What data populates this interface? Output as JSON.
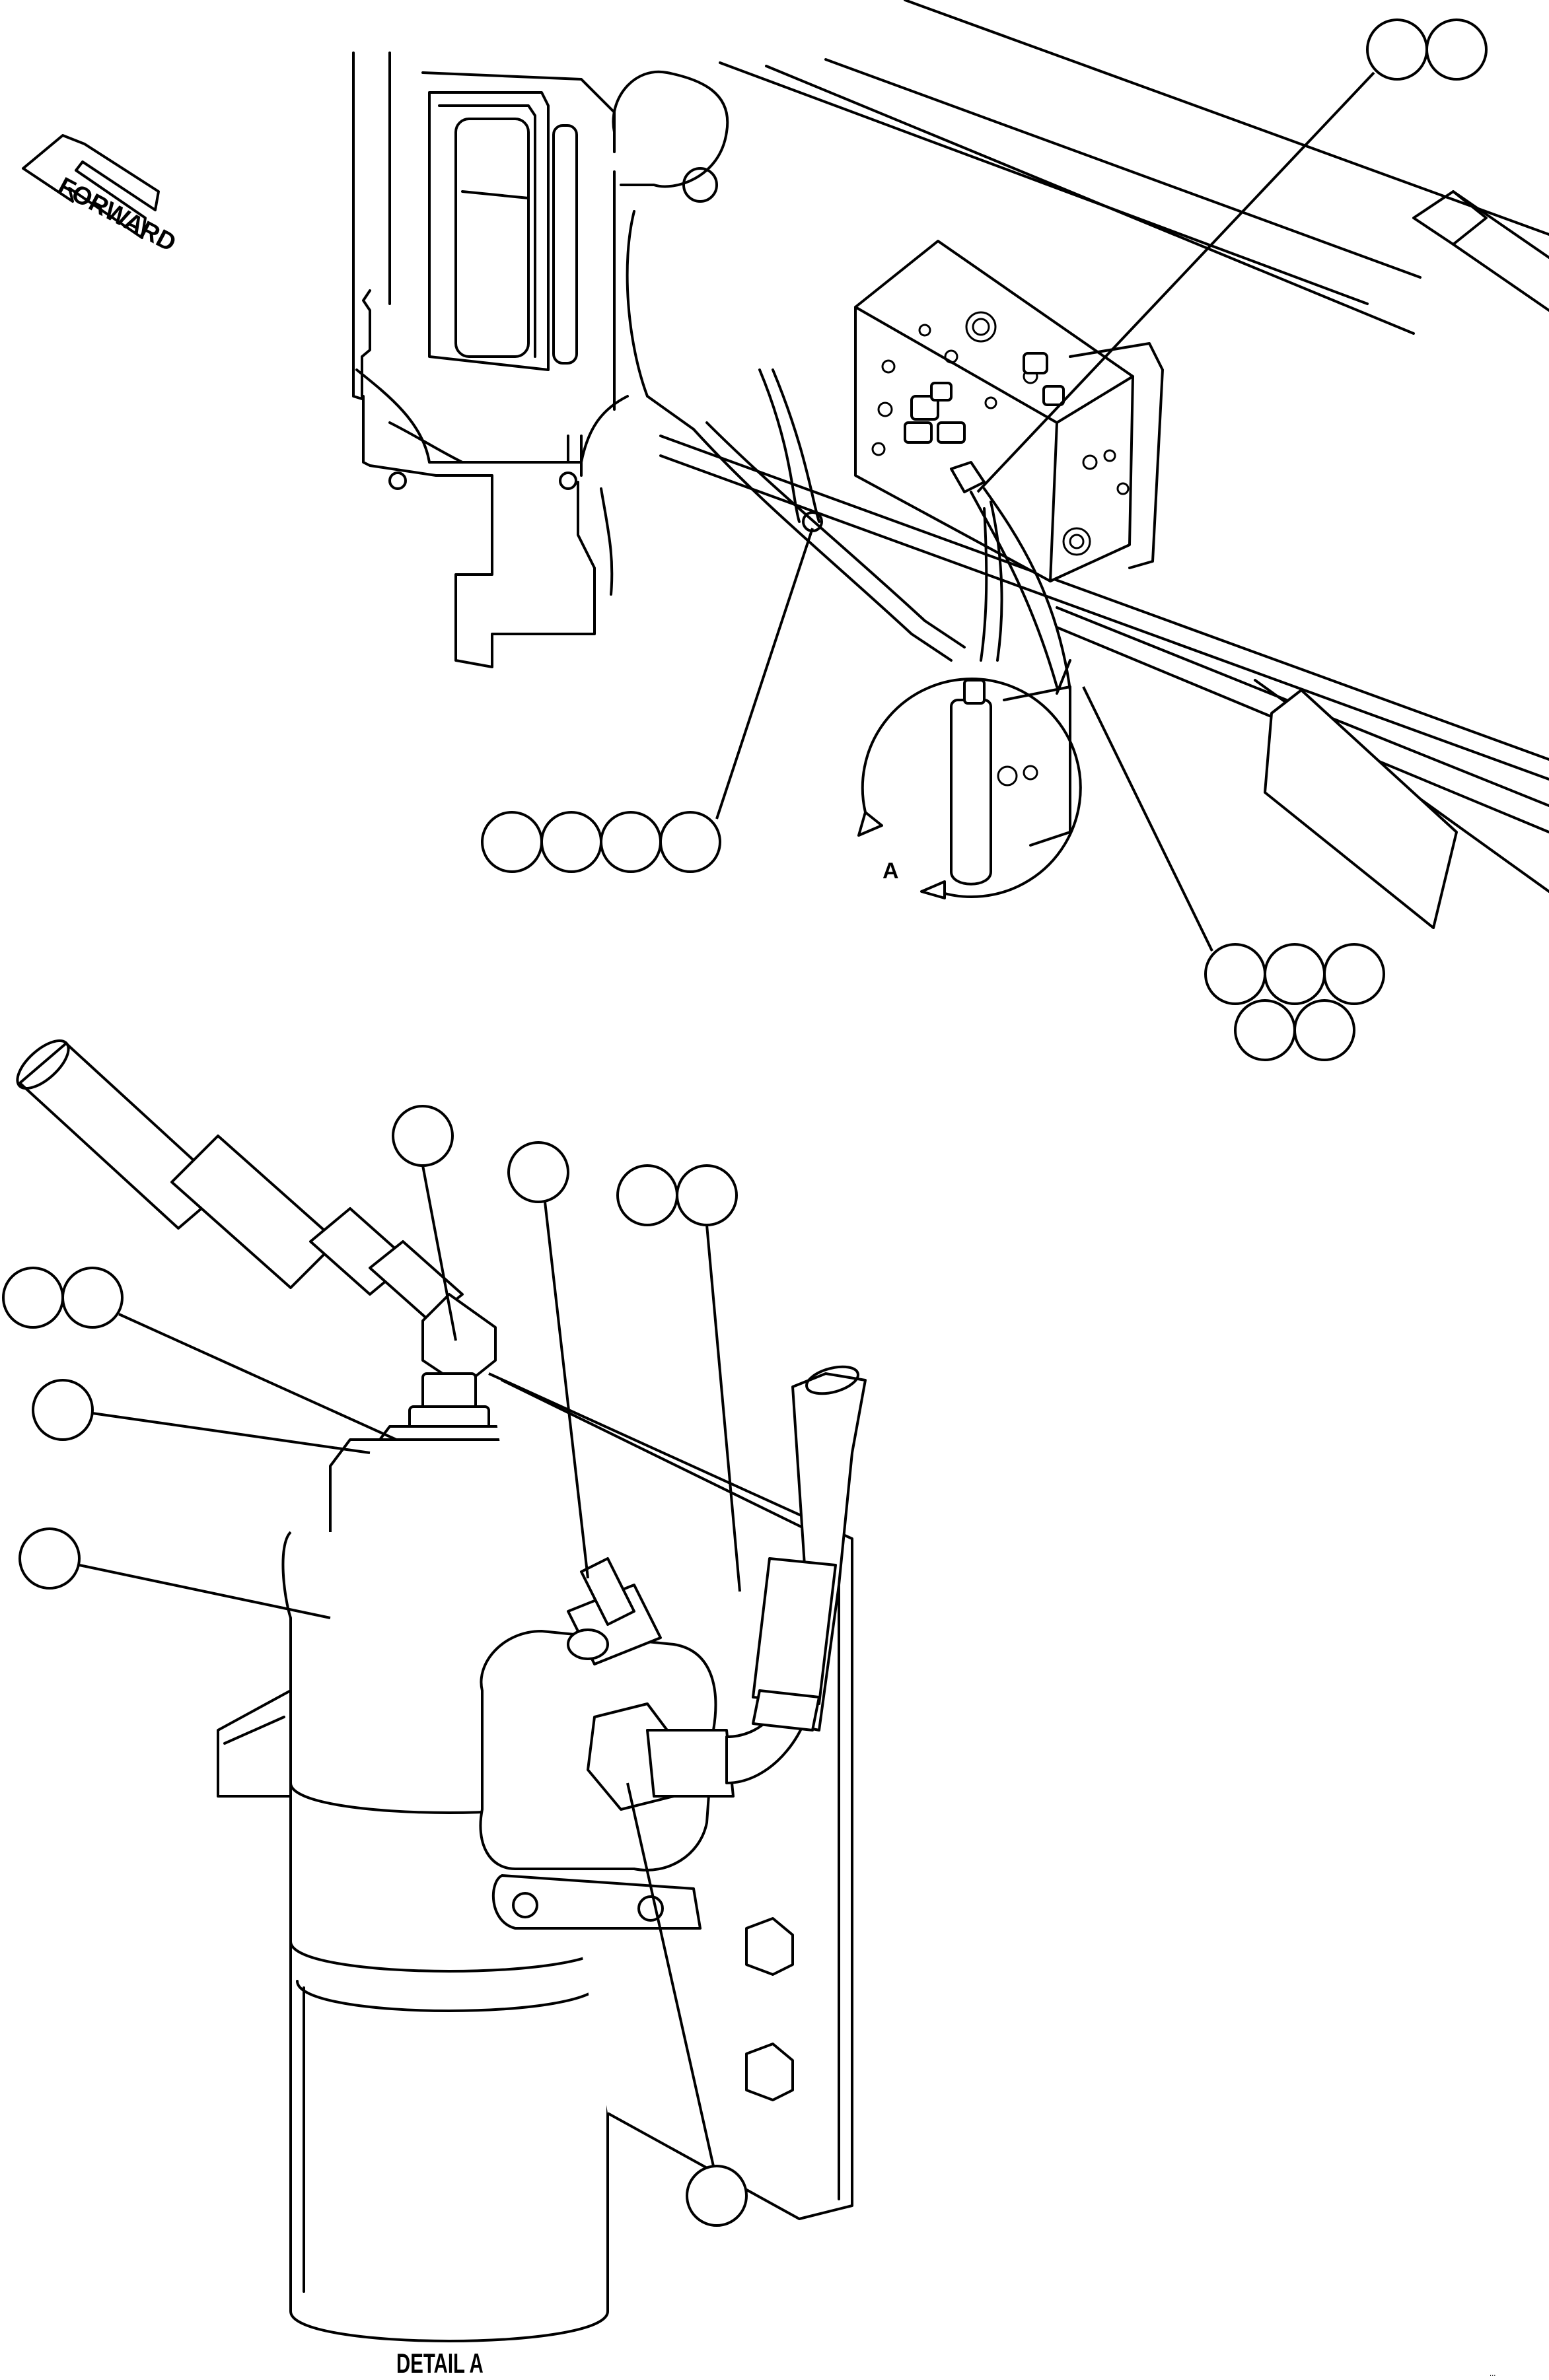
{
  "labels": {
    "forward": "FORWARD",
    "view_marker": "A",
    "detail_title": "DETAIL A",
    "drawing_id": "..."
  }
}
